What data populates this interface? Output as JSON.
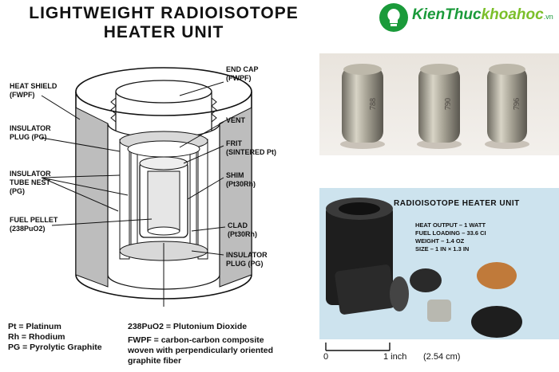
{
  "title": {
    "line1": "LIGHTWEIGHT RADIOISOTOPE",
    "line2": "HEATER UNIT"
  },
  "logo": {
    "text": "KienThuc",
    "accent": "khoahoc",
    "sub": ".vn"
  },
  "labels": {
    "heat_shield": [
      "HEAT SHIELD",
      "(FWPF)"
    ],
    "insulator_plug": [
      "INSULATOR",
      "PLUG (PG)"
    ],
    "insulator_tube": [
      "INSULATOR",
      "TUBE NEST",
      "(PG)"
    ],
    "fuel_pellet": [
      "FUEL PELLET",
      "(238PuO2)"
    ],
    "end_cap": [
      "END CAP",
      "(FWPF)"
    ],
    "vent": [
      "VENT"
    ],
    "frit": [
      "FRIT",
      "(SINTERED Pt)"
    ],
    "shim": [
      "SHIM",
      "(Pt30Rh)"
    ],
    "clad": [
      "CLAD",
      "(Pt30Rh)"
    ],
    "insulator_plug_bottom": [
      "INSULATOR",
      "PLUG (PG)"
    ]
  },
  "legend": {
    "pt": "Pt = Platinum",
    "rh": "Rh = Rhodium",
    "pg": "PG = Pyrolytic Graphite",
    "puo2": "238PuO2 = Plutonium Dioxide",
    "fwpf1": "FWPF = carbon-carbon composite",
    "fwpf2": "woven with perpendicularly oriented",
    "fwpf3": "graphite fiber"
  },
  "pellets": [
    "788",
    "790",
    "796"
  ],
  "card": {
    "title": "RADIOISOTOPE HEATER UNIT",
    "items": [
      "HEAT OUTPUT – 1 WATT",
      "FUEL LOADING – 33.6 CI",
      "WEIGHT – 1.4 OZ",
      "SIZE – 1 IN × 1.3 IN"
    ]
  },
  "scale": {
    "zero": "0",
    "one": "1 inch",
    "cm": "(2.54 cm)"
  },
  "colors": {
    "logo_green": "#1a9a3a",
    "card_bg": "#cde3ee"
  }
}
